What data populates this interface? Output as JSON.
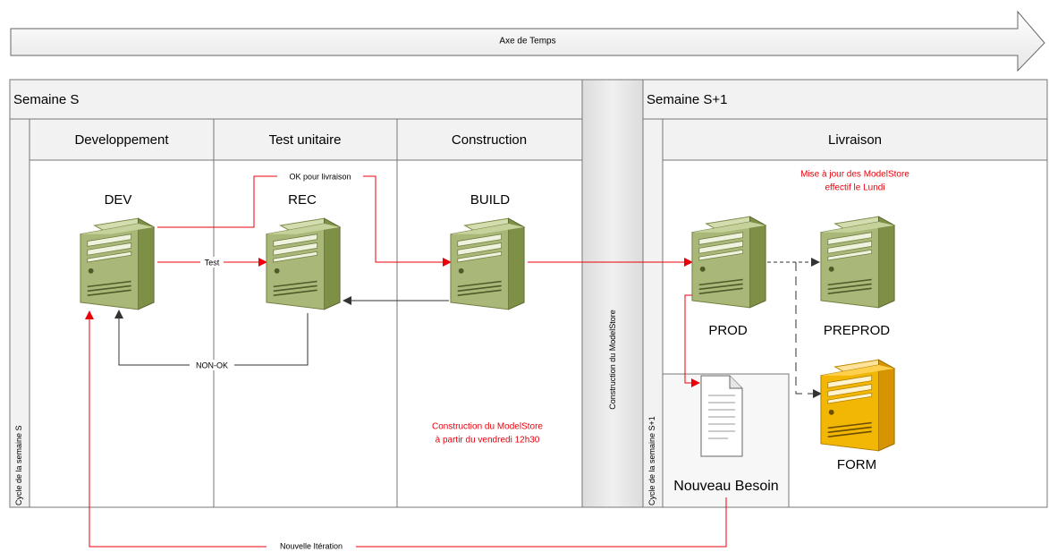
{
  "timeline": {
    "label": "Axe de Temps"
  },
  "week_s": {
    "title": "Semaine S",
    "cycle_label": "Cycle de la semaine S",
    "lanes": [
      "Developpement",
      "Test unitaire",
      "Construction"
    ]
  },
  "separator": {
    "label": "Construction du ModelStore"
  },
  "week_s1": {
    "title": "Semaine S+1",
    "cycle_label": "Cycle de la semaine S+1",
    "lanes": [
      "Livraison"
    ]
  },
  "servers": {
    "dev": "DEV",
    "rec": "REC",
    "build": "BUILD",
    "prod": "PROD",
    "preprod": "PREPROD",
    "form": "FORM"
  },
  "document": {
    "label": "Nouveau Besoin"
  },
  "edges": {
    "test": "Test",
    "ok": "OK pour livraison",
    "nonok": "NON-OK",
    "iteration": "Nouvelle Itération"
  },
  "notes": {
    "modelstore_update_line1": "Mise à jour des ModelStore",
    "modelstore_update_line2": "effectif le Lundi",
    "modelstore_build_line1": "Construction du ModelStore",
    "modelstore_build_line2": "à partir du vendredi 12h30"
  },
  "colors": {
    "red_flow": "#e8000b",
    "dark_flow": "#333333",
    "server_green": "#a9b878",
    "server_gold": "#f2b705",
    "note_red": "#e8000b"
  }
}
